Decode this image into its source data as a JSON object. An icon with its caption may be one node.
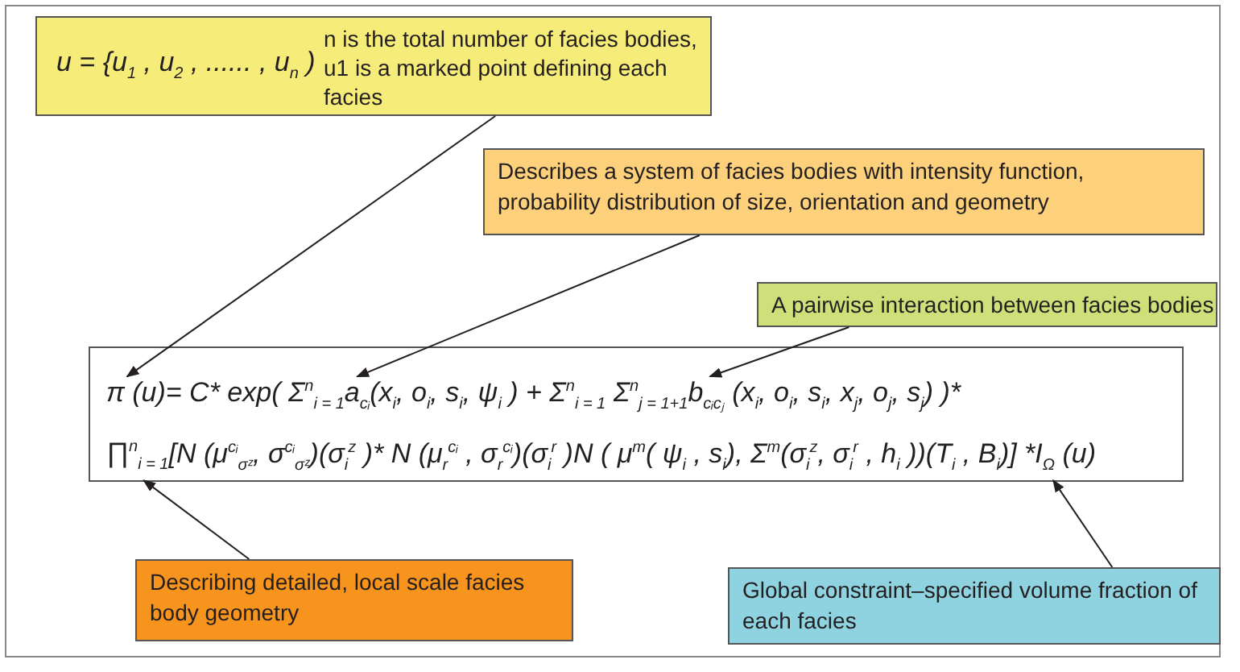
{
  "diagram": {
    "nodes": [
      {
        "text": [
          "u = {u$_{1}$ , u$_{2}$ , ...... , u$_{n}$ )",
          "n is the total number of facies bodies, u1 is a marked point defining each facies"
        ]
      },
      {
        "text": [
          "Describes a system of facies bodies with intensity function, probability distribution of size, orientation and geometry"
        ]
      },
      {
        "text": [
          "A pairwise interaction between facies bodies"
        ]
      },
      {
        "text": [
          "= C* exp( Σ$^{n}$$_{i = 1}$",
          "(x$_{i}$, o$_{i}$, s$_{i}$, ψ$_{i}$ ) + Σ$^{n}$$_{i = 1}$ Σ$^{n}$$_{j = 1+1}$",
          " (x$_{i}$, o$_{i}$, s$_{i}$, x$_{j}$, o$_{j}$, s$_{j}$) )*",
          "[N (μ$^{cᵢ}$$_{σᶻ}$, σ$^{cᵢ}$$_{σᶻ}$)(σ$_{i}$$^{z}$ )* N (μ$_{r}$$^{cᵢ}$ , σ$_{r}$$^{cᵢ}$)(σ$_{i}$$^{r}$ )N ( μ$^{m}$( ψ$_{i}$ , s$_{i}$), Σ$^{m}$(σ$_{i}$$^{z}$, σ$_{i}$$^{r}$ , h$_{i}$ ))(T$_{i}$ , B$_{i}$)] *"
        ]
      },
      {
        "text": [
          "π (u)"
        ],
        "in": 3
      },
      {
        "text": [
          "a$_{cᵢ}$"
        ],
        "in": 3
      },
      {
        "text": [
          "b$_{cᵢcⱼ}$"
        ],
        "in": 3
      },
      {
        "text": [
          "∏$^{n}$$_{i = 1}$"
        ],
        "in": 3
      },
      {
        "text": [
          "I$_{Ω}$ (u)"
        ],
        "in": 3
      },
      {
        "text": [
          "Describing detailed, local scale facies body geometry"
        ]
      },
      {
        "text": [
          "Global constraint–specified volume fraction of each facies"
        ]
      }
    ],
    "edges": [
      {
        "from": 0,
        "to": 4,
        "arrow": "to"
      },
      {
        "from": 1,
        "to": 5,
        "arrow": "to"
      },
      {
        "from": 2,
        "to": 6,
        "arrow": "to"
      },
      {
        "from": 9,
        "to": 7,
        "arrow": "to"
      },
      {
        "from": 10,
        "to": 8,
        "arrow": "to"
      }
    ]
  }
}
